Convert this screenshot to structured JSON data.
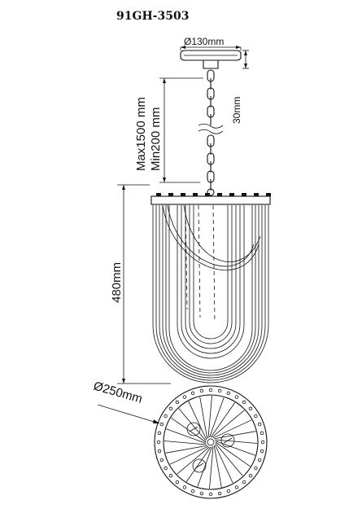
{
  "drawing": {
    "model": "91GH-3503",
    "canopy_diameter": "Ø130mm",
    "canopy_height": "30mm",
    "chain_length_max": "Max1500 mm",
    "chain_length_min": "Min200 mm",
    "body_height": "480mm",
    "body_diameter": "Ø250mm"
  }
}
